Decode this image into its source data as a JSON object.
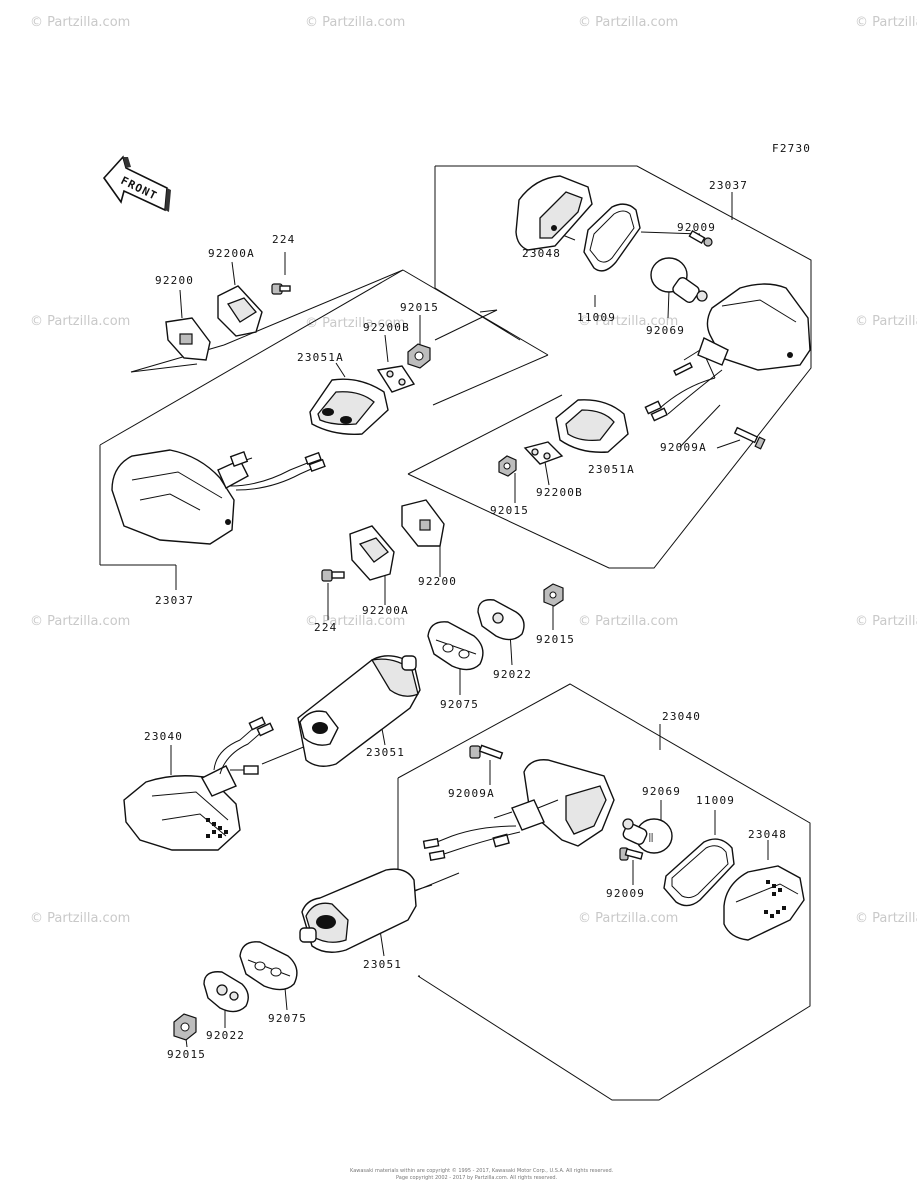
{
  "diagram_code": "F2730",
  "front_label": "FRONT",
  "watermark": "© Partzilla.com",
  "copyright_line1": "Kawasaki materials within are copyright © 1995 - 2017, Kawasaki Motor Corp., U.S.A. All rights reserved.",
  "copyright_line2": "Page copyright 2002 - 2017 by Partzilla.com. All rights reserved.",
  "labels": {
    "p23037_top": "23037",
    "p92009_top": "92009",
    "p23048_top": "23048",
    "p11009_top": "11009",
    "p92069_top": "92069",
    "p92009A_top": "92009A",
    "p23051A_right": "23051A",
    "p92200B_right": "92200B",
    "p92015_right": "92015",
    "p224_top": "224",
    "p92200A_top": "92200A",
    "p92200_left": "92200",
    "p92015_mid": "92015",
    "p92200B_mid": "92200B",
    "p23051A_left": "23051A",
    "p23037_left": "23037",
    "p92200_center": "92200",
    "p92200A_center": "92200A",
    "p224_center": "224",
    "p92015_center": "92015",
    "p92022_center": "92022",
    "p92075_center": "92075",
    "p23051_center": "23051",
    "p23040_left": "23040",
    "p23040_right": "23040",
    "p92009A_bottom": "92009A",
    "p92069_bottom": "92069",
    "p11009_bottom": "11009",
    "p23048_bottom": "23048",
    "p92009_bottom": "92009",
    "p23051_bottom": "23051",
    "p92075_bottom": "92075",
    "p92022_bottom": "92022",
    "p92015_bottom": "92015"
  }
}
